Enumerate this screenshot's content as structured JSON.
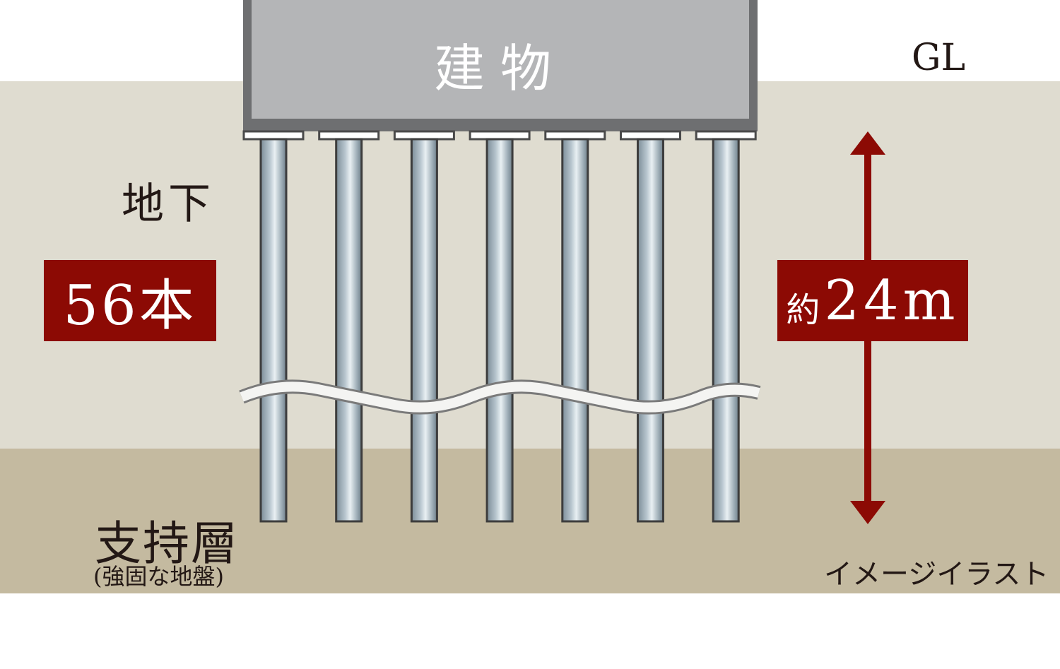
{
  "building": {
    "label": "建物"
  },
  "ground_level": {
    "label": "GL"
  },
  "underground": {
    "label": "地下"
  },
  "pile_count": {
    "label": "56本"
  },
  "depth": {
    "prefix": "約",
    "value": "24m"
  },
  "bearing_layer": {
    "label": "支持層",
    "sublabel": "(強固な地盤)"
  },
  "caption": "イメージイラスト",
  "piles": {
    "drawn": 7
  },
  "colors": {
    "soil_upper": "#dfdcd0",
    "soil_bearing": "#c4baa0",
    "building_fill": "#b4b5b7",
    "building_border": "#6e6f71",
    "accent": "#8c0a04",
    "text": "#231815"
  }
}
